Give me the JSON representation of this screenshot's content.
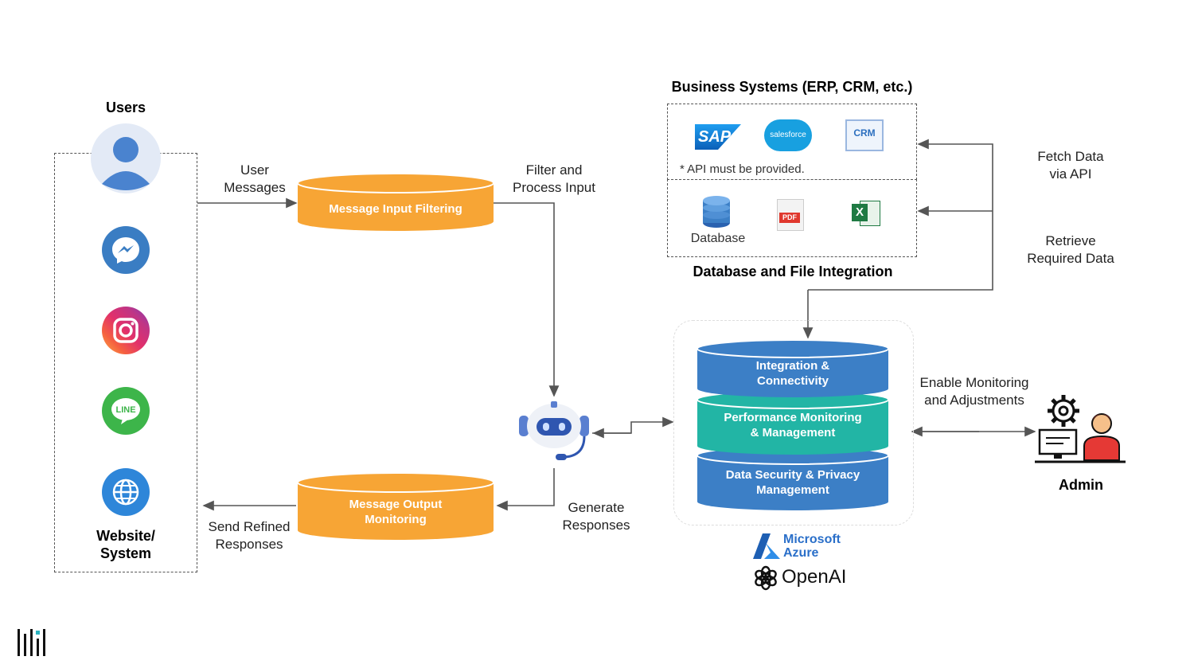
{
  "users": {
    "title": "Users",
    "website_label_line1": "Website/",
    "website_label_line2": "System"
  },
  "flows": {
    "user_messages_1": "User",
    "user_messages_2": "Messages",
    "filter_1": "Filter and",
    "filter_2": "Process Input",
    "generate_1": "Generate",
    "generate_2": "Responses",
    "send_1": "Send Refined",
    "send_2": "Responses",
    "fetch_1": "Fetch Data",
    "fetch_2": "via API",
    "retrieve_1": "Retrieve",
    "retrieve_2": "Required Data",
    "enable_1": "Enable Monitoring",
    "enable_2": "and Adjustments"
  },
  "cylinders": {
    "input": "Message Input Filtering",
    "output_1": "Message Output",
    "output_2": "Monitoring"
  },
  "stack": {
    "layer1_1": "Integration &",
    "layer1_2": "Connectivity",
    "layer2_1": "Performance Monitoring",
    "layer2_2": "& Management",
    "layer3_1": "Data Security & Privacy",
    "layer3_2": "Management"
  },
  "business": {
    "title": "Business Systems (ERP, CRM, etc.)",
    "sap": "SAP",
    "salesforce": "salesforce",
    "crm": "CRM",
    "note": "* API must be provided."
  },
  "db_files": {
    "title": "Database and File Integration",
    "database": "Database",
    "pdf": "PDF",
    "excel": "X"
  },
  "vendors": {
    "ms_1": "Microsoft",
    "ms_2": "Azure",
    "openai": "OpenAI"
  },
  "admin": {
    "label": "Admin"
  },
  "colors": {
    "orange": "#F7A535",
    "blue": "#3C7FC6",
    "teal": "#22B5A5",
    "messenger": "#3A7DC3",
    "line": "#3DB54A",
    "web": "#2E86D9"
  }
}
